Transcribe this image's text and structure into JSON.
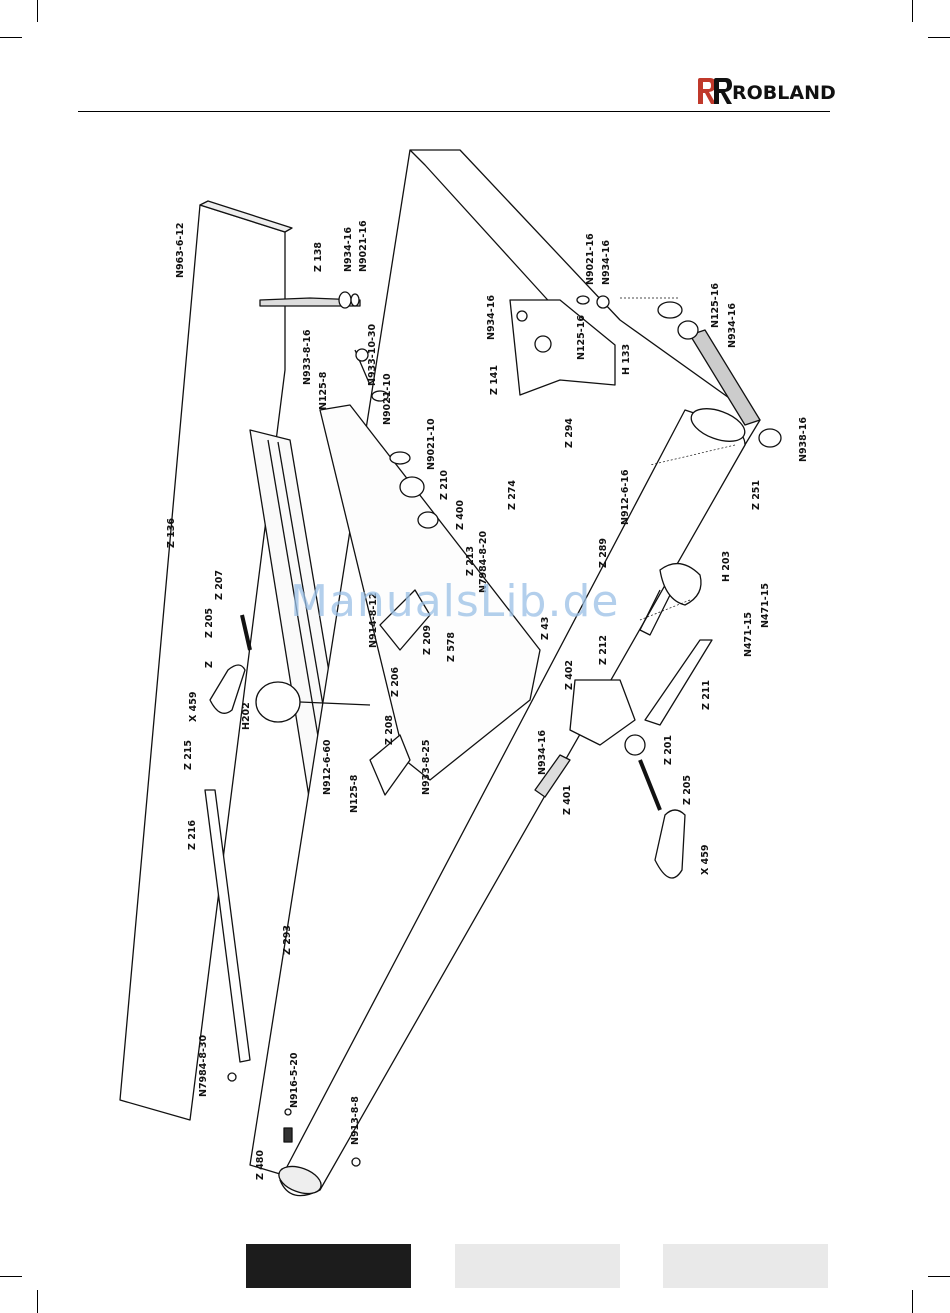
{
  "brand": {
    "name": "ROBLAND",
    "mark": "RR"
  },
  "watermark": "ManualsLib.de",
  "callouts": [
    "N963-6-12",
    "Z 138",
    "N934-16",
    "N9021-16",
    "N933-8-16",
    "N125-8",
    "N933-10-30",
    "N9021-10",
    "Z 136",
    "N934-16",
    "Z 141",
    "N125-16",
    "H 133",
    "N9021-16",
    "N934-16",
    "N125-16",
    "N934-16",
    "Z 294",
    "N9021-10",
    "Z 210",
    "Z 400",
    "Z 274",
    "N938-16",
    "N912-6-16",
    "Z 251",
    "Z 213",
    "N7984-8-20",
    "Z 289",
    "Z 207",
    "Z 205",
    "Z",
    "Z 209",
    "N914-8-12",
    "Z 578",
    "Z 43",
    "H 203",
    "N471-15",
    "N471-15",
    "X 459",
    "H202",
    "Z 206",
    "Z 208",
    "Z 402",
    "Z 212",
    "Z 215",
    "N912-6-60",
    "N125-8",
    "N933-8-25",
    "N934-16",
    "Z 201",
    "Z 211",
    "Z 216",
    "Z 401",
    "Z 205",
    "X 459",
    "Z 293",
    "N7984-8-30",
    "N916-5-20",
    "N913-8-8",
    "Z 480"
  ]
}
